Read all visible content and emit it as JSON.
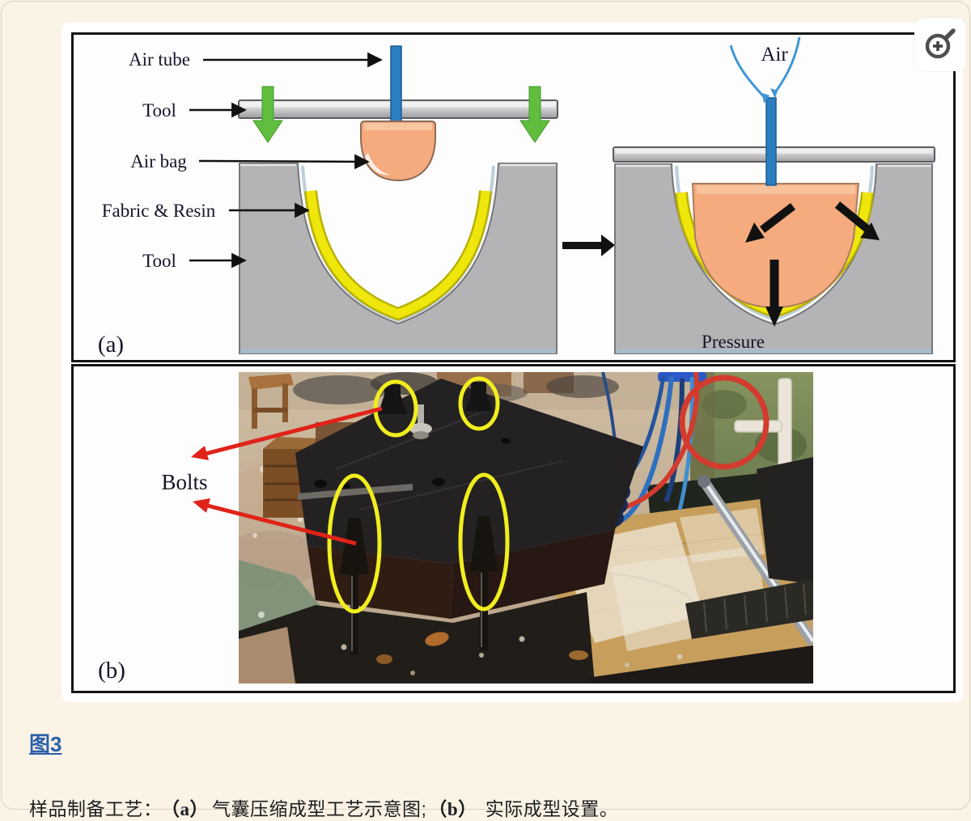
{
  "figure": {
    "panel_a": {
      "tag": "(a)",
      "labels": {
        "air_tube": "Air tube",
        "tool_top": "Tool",
        "air_bag": "Air bag",
        "fabric_resin": "Fabric & Resin",
        "tool_bottom": "Tool",
        "air": "Air",
        "pressure": "Pressure"
      }
    },
    "panel_b": {
      "tag": "(b)",
      "bolts_label": "Bolts"
    },
    "zoom_icon": "magnifier-plus"
  },
  "caption": {
    "figure_link": "图3",
    "prefix": "样品制备工艺：",
    "marker_a": "（a）",
    "text_a": "气囊压缩成型工艺示意图;",
    "marker_b": "（b）",
    "text_b": "实际成型设置。"
  },
  "colors": {
    "air_blue": "#2b7fc0",
    "arrow_green": "#61bd3e",
    "airbag_orange": "#f5ab7e",
    "resin_yellow": "#efe60b",
    "annotation_red": "#e0231a",
    "highlight_yellow": "#f1ee1e",
    "tool_gray": "#b4b4b7",
    "link_blue": "#2b5fa8",
    "page_background": "#faf3e6"
  }
}
